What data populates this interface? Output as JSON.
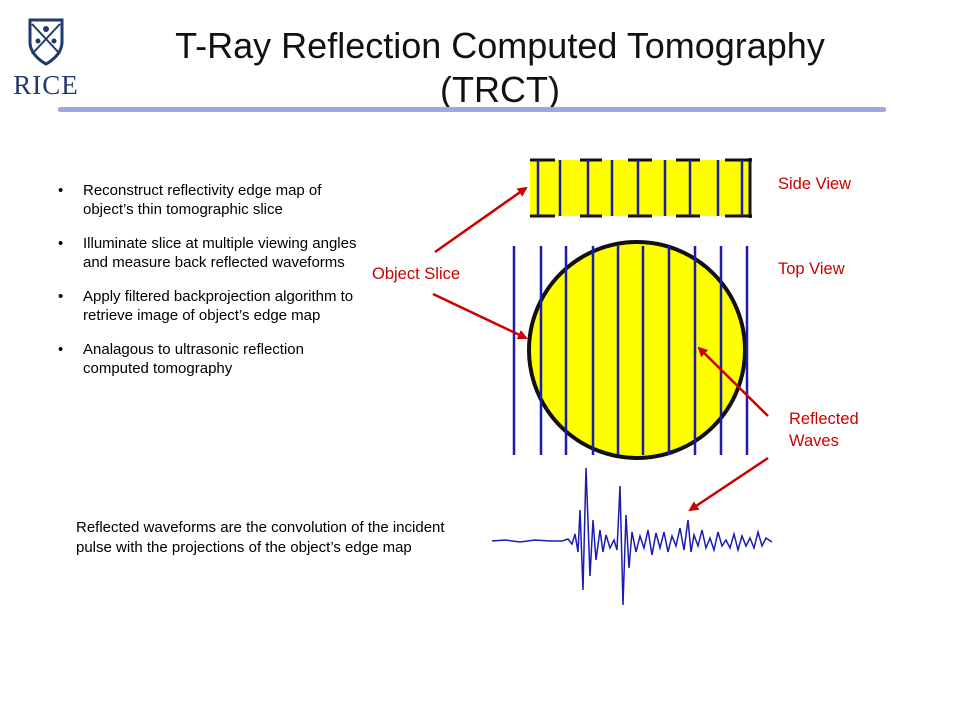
{
  "header": {
    "title_line1": "T-Ray Reflection Computed Tomography",
    "title_line2": "(TRCT)",
    "logo_text": "RICE"
  },
  "bullets": [
    "Reconstruct reflectivity edge map of object’s thin tomographic slice",
    "Illuminate slice at multiple viewing angles and measure back reflected waveforms",
    "Apply filtered backprojection algorithm to retrieve image of object’s edge map",
    "Analagous to ultrasonic reflection computed tomography"
  ],
  "note": "Reflected waveforms are the convolution of the incident pulse with the projections of the object’s edge map",
  "diagram": {
    "side_view_label": "Side View",
    "top_view_label": "Top View",
    "object_slice_label": "Object Slice",
    "reflected_waves_label_line1": "Reflected",
    "reflected_waves_label_line2": "Waves"
  },
  "colors": {
    "object_fill": "#ffff00",
    "wave_lines": "#1b1bb0",
    "labels_and_arrows": "#cc0000",
    "title_rule": "#9fa6e6",
    "logo": "#1f3a6b"
  }
}
